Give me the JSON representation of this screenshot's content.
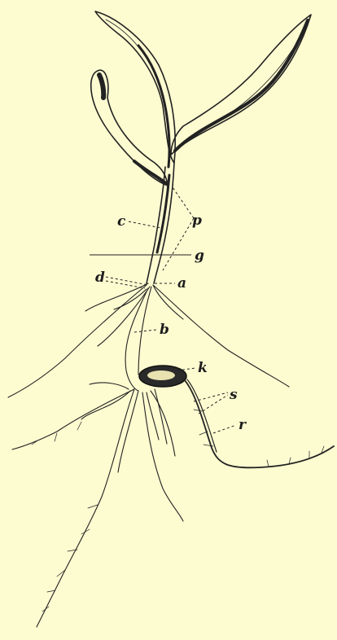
{
  "figure": {
    "labels": {
      "p": "p",
      "c": "c",
      "g": "g",
      "d": "d",
      "a": "a",
      "b": "b",
      "k": "k",
      "s": "s",
      "r": "r"
    },
    "colors": {
      "paper": "#fdfbd0",
      "ink": "#222222",
      "leaf_shade": "#555555"
    }
  }
}
